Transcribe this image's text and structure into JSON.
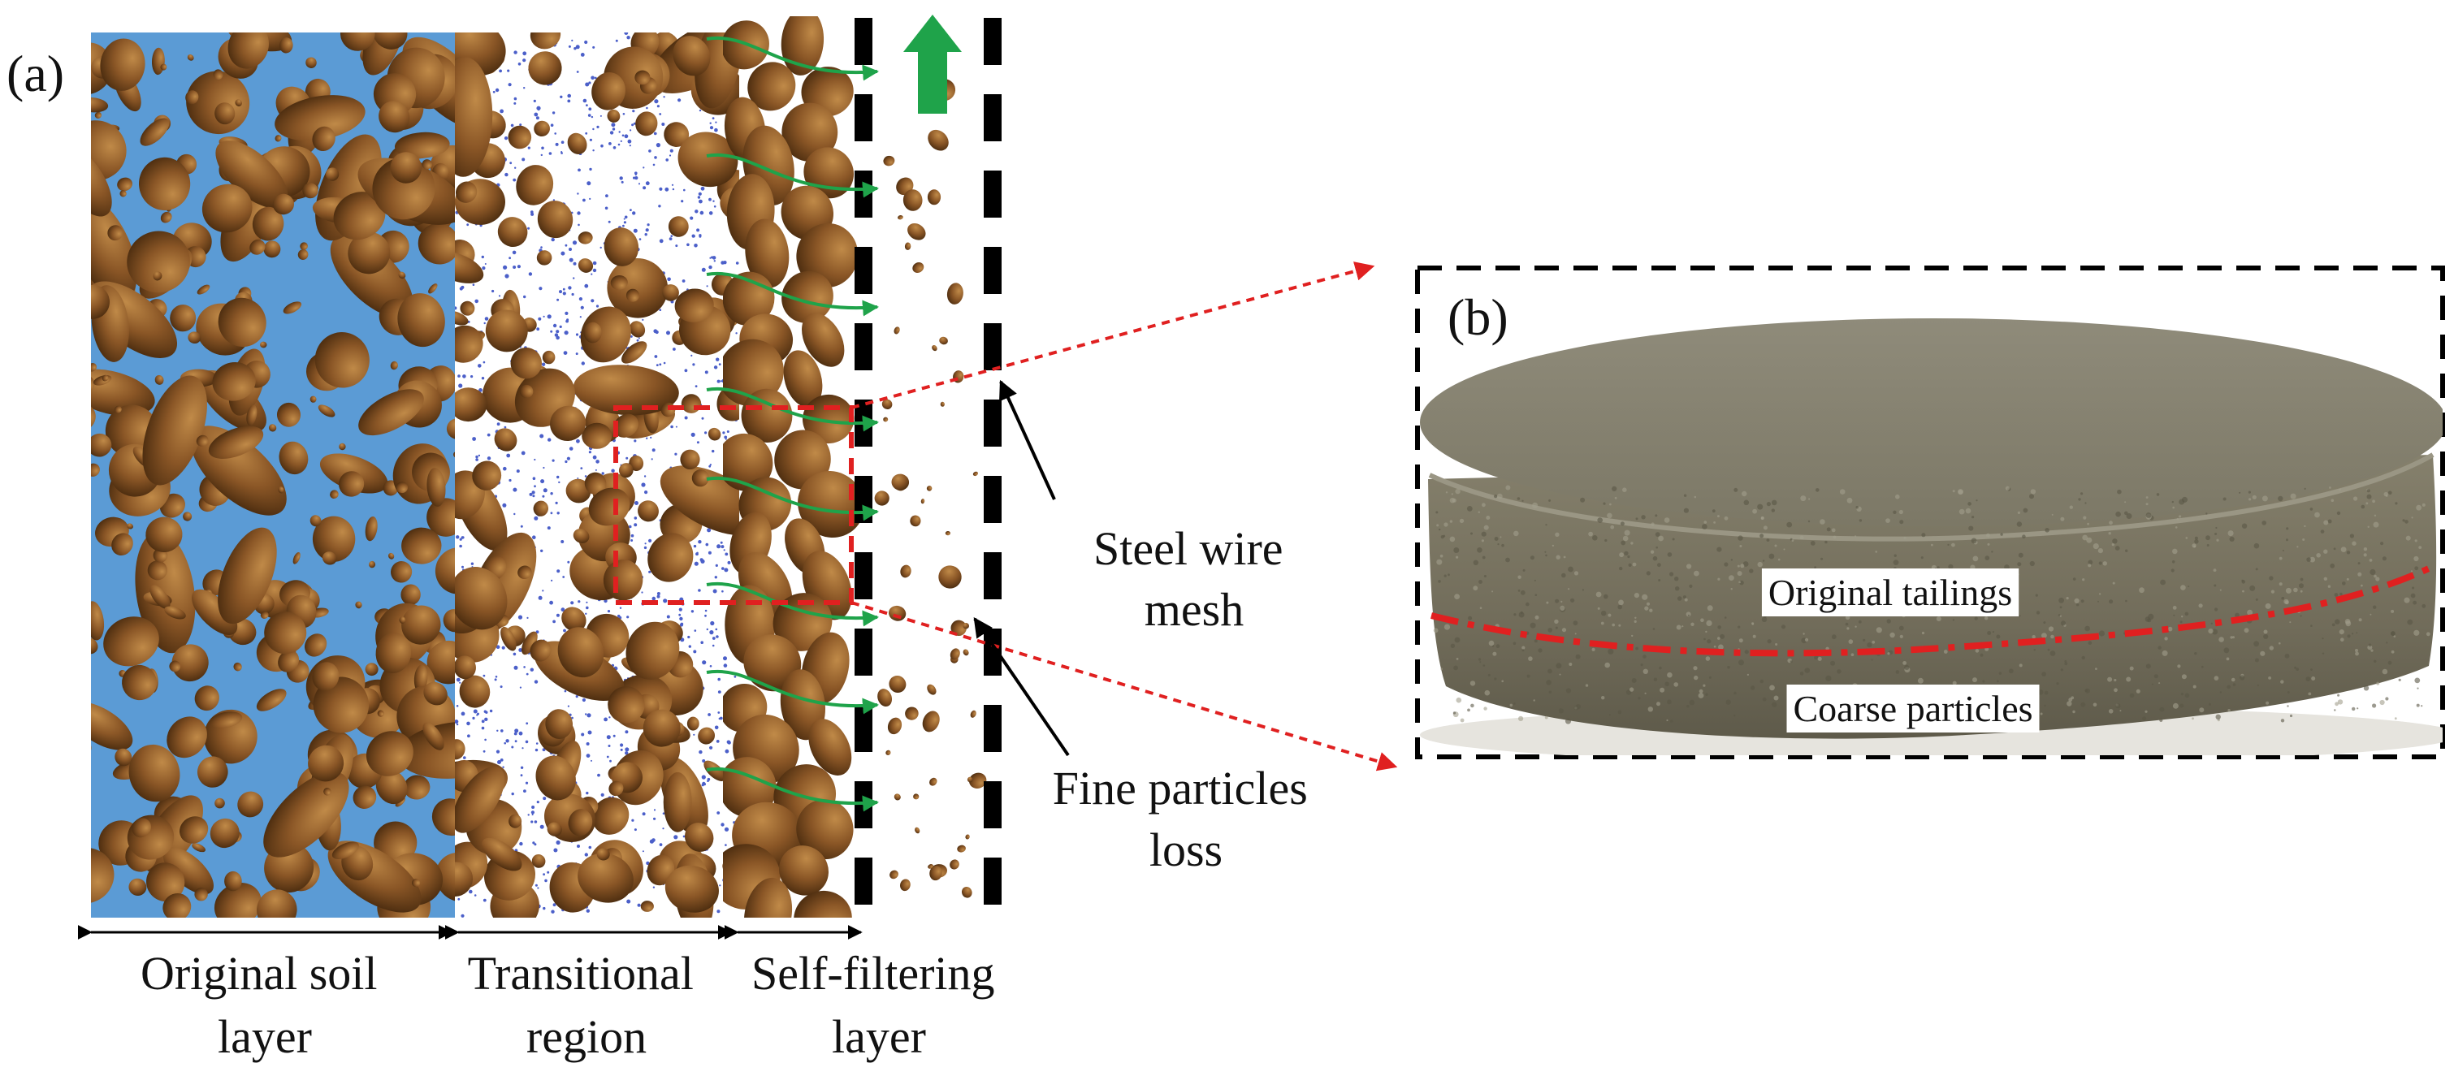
{
  "panel_a": {
    "label": "(a)",
    "zones": {
      "original": "Original soil layer",
      "transitional": "Transitional region",
      "self_filtering": "Self-filtering layer"
    },
    "annotations": {
      "steel_wire_mesh": "Steel wire mesh",
      "fine_particles_loss": "Fine particles loss"
    },
    "icons": {
      "flow_arrow": "flow-direction-arrow",
      "seepage": "seepage-flow-arrows"
    }
  },
  "panel_b": {
    "label": "(b)",
    "labels": {
      "upper": "Original tailings",
      "lower": "Coarse particles"
    }
  },
  "colors": {
    "water": "#5b9bd5",
    "particle": "#7a4a1f",
    "particle_light": "#b07a3c",
    "fine_dots": "#4b5fc9",
    "seepage": "#1fa34a",
    "zoom_box": "#e02020",
    "sample": "#8e8a78",
    "interface": "#e02020",
    "mesh": "#000000"
  }
}
